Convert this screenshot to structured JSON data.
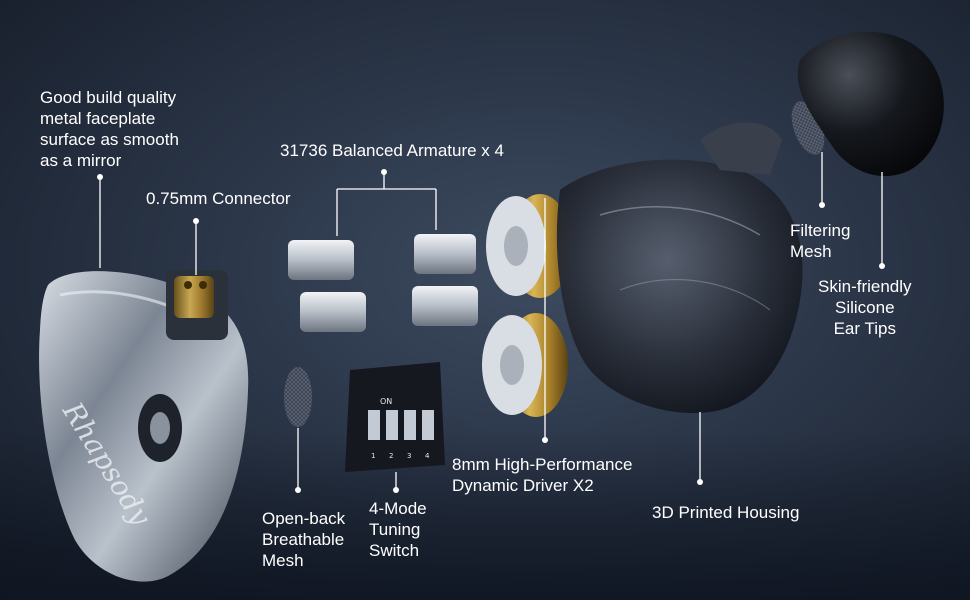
{
  "callouts": {
    "faceplate": "Good build quality\nmetal faceplate\nsurface as smooth\nas a mirror",
    "connector": "0.75mm Connector",
    "armature": "31736 Balanced Armature x 4",
    "filtering_mesh": "Filtering\nMesh",
    "ear_tips": "Skin-friendly\nSilicone\nEar Tips",
    "open_back_mesh": "Open-back\nBreathable\nMesh",
    "tuning_switch": "4-Mode\nTuning\nSwitch",
    "dynamic_driver": "8mm High-Performance\nDynamic Driver X2",
    "housing": "3D Printed Housing"
  },
  "faceplate_script": "Rhapsody",
  "switch_marks": {
    "on": "ON",
    "numbers": [
      "1",
      "2",
      "3",
      "4"
    ]
  },
  "colors": {
    "text": "#ffffff",
    "background": "#2a3547",
    "driver_gold": "#c9a33f",
    "metal": "#9aa3ae"
  }
}
